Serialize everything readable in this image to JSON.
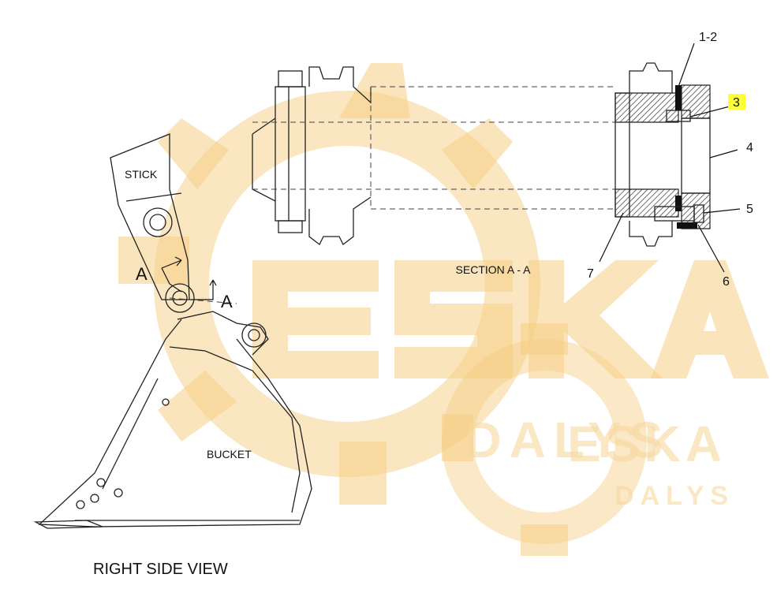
{
  "diagram": {
    "section_title": "SECTION A - A",
    "view_title": "RIGHT SIDE VIEW",
    "labels": {
      "stick": "STICK",
      "bucket": "BUCKET",
      "section_mark_left": "A",
      "section_mark_right": "A"
    },
    "callouts": [
      {
        "id": "1-2",
        "text": "1-2",
        "highlighted": false
      },
      {
        "id": "3",
        "text": "3",
        "highlighted": true
      },
      {
        "id": "4",
        "text": "4",
        "highlighted": false
      },
      {
        "id": "5",
        "text": "5",
        "highlighted": false
      },
      {
        "id": "6",
        "text": "6",
        "highlighted": false
      },
      {
        "id": "7",
        "text": "7",
        "highlighted": false
      }
    ],
    "highlight_color": "#ffff33"
  },
  "watermark": {
    "brand_large": "ESKA",
    "brand_small_1": "DALYS",
    "brand_small_2": "ESKA",
    "brand_small_3": "DALYS",
    "color": "#f4c77a"
  }
}
